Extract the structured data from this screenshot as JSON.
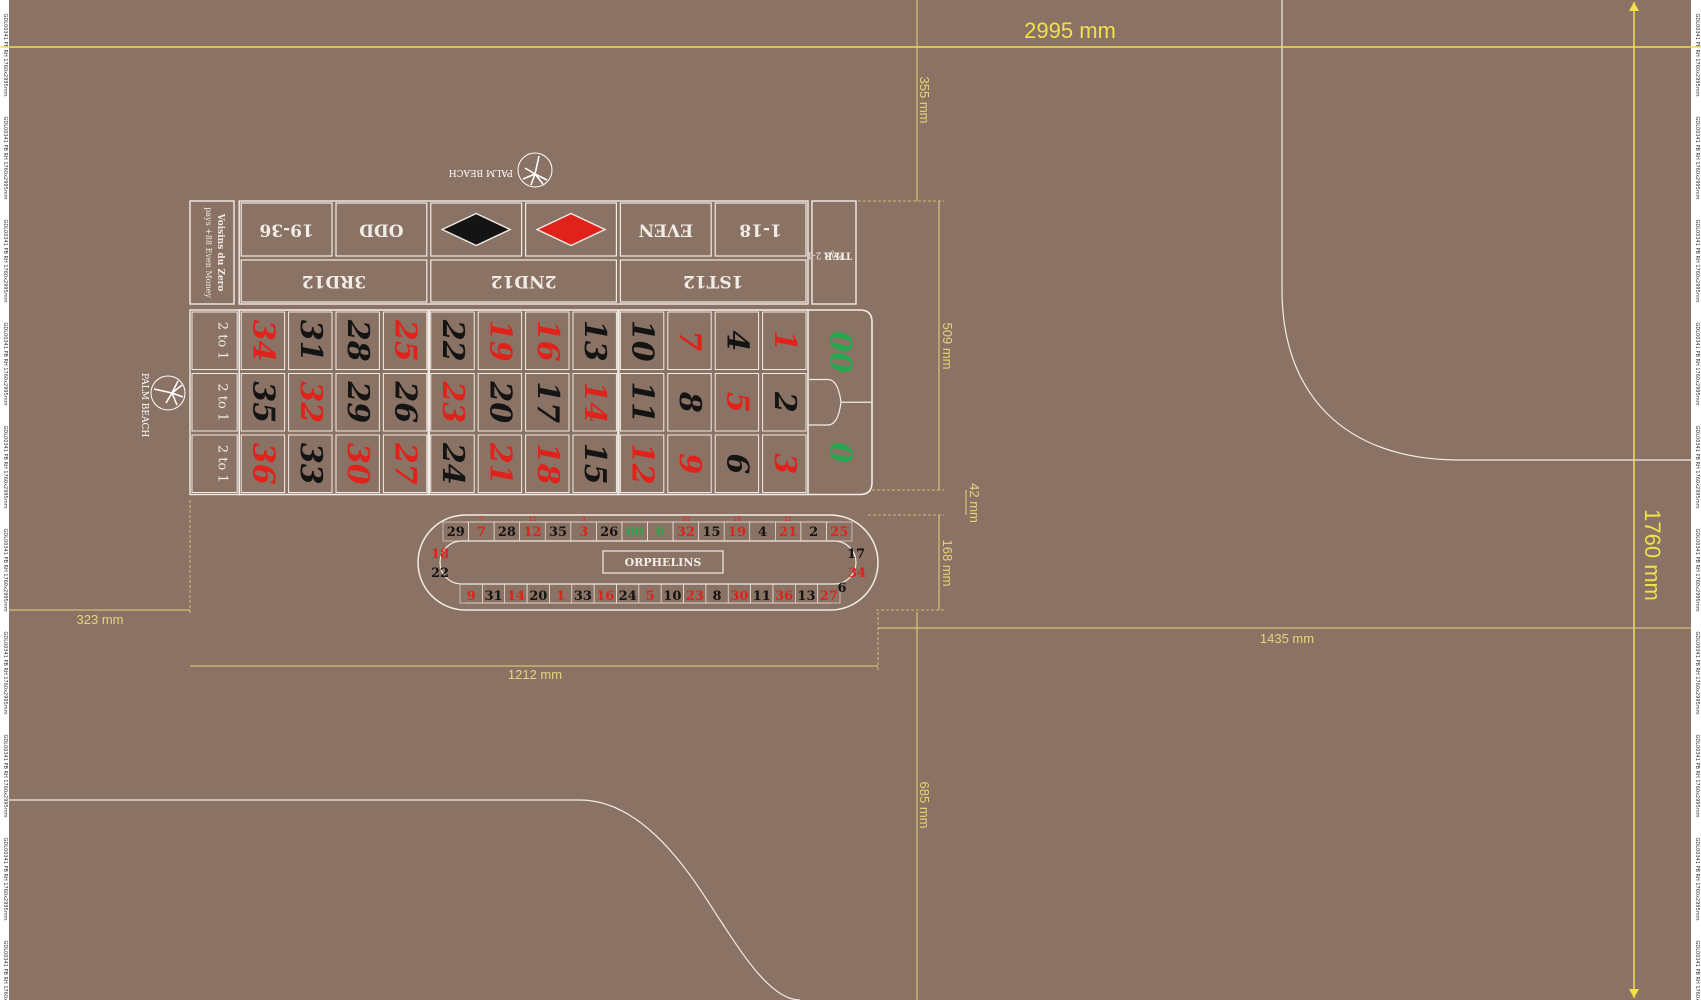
{
  "colors": {
    "felt": "#8a7264",
    "line": "#f2ece6",
    "red": "#e0221a",
    "black": "#141414",
    "green": "#27a650",
    "dim_yellow": "#f0e04a",
    "dim_gold": "#e8d27a",
    "white": "#ffffff"
  },
  "dimensions": {
    "overall_width": "2995 mm",
    "overall_height": "1760 mm",
    "top_gap": "355 mm",
    "layout_height": "509 mm",
    "gap_small": "42 mm",
    "track_height": "168 mm",
    "left_margin": "323 mm",
    "layout_width": "1212 mm",
    "right_width": "1435 mm",
    "bottom_gap": "685 mm"
  },
  "outside_bets": {
    "even_money": [
      "1-18",
      "EVEN",
      "red-diamond",
      "black-diamond",
      "ODD",
      "19-36"
    ],
    "dozens": [
      "1ST12",
      "2ND12",
      "3RD12"
    ],
    "tier_label": "TIER",
    "tier_note": "Pays 2-1",
    "voisins_label": "Voisins du Zero",
    "voisins_note": "pays +88 Even Money",
    "column_labels": [
      "2 to 1",
      "2 to 1",
      "2 to 1"
    ]
  },
  "numbers": {
    "zeros": [
      "00",
      "0"
    ],
    "grid": [
      [
        "1",
        "4",
        "7",
        "10",
        "13",
        "16",
        "19",
        "22",
        "25",
        "28",
        "31",
        "34"
      ],
      [
        "2",
        "5",
        "8",
        "11",
        "14",
        "17",
        "20",
        "23",
        "26",
        "29",
        "32",
        "35"
      ],
      [
        "3",
        "6",
        "9",
        "12",
        "15",
        "18",
        "21",
        "24",
        "27",
        "30",
        "33",
        "36"
      ]
    ],
    "red": [
      "1",
      "3",
      "5",
      "7",
      "9",
      "12",
      "14",
      "16",
      "18",
      "19",
      "21",
      "23",
      "25",
      "27",
      "30",
      "32",
      "34",
      "36"
    ]
  },
  "racetrack": {
    "label": "ORPHELINS",
    "top": [
      "29",
      "7",
      "28",
      "12",
      "35",
      "3",
      "26",
      "00",
      "0",
      "32",
      "15",
      "19",
      "4",
      "21",
      "2",
      "25"
    ],
    "top_small": [
      "",
      "7",
      "",
      "12",
      "",
      "3",
      "",
      "",
      "",
      "32",
      "",
      "19",
      "",
      "21",
      "",
      ""
    ],
    "right": [
      "17",
      "34",
      "6"
    ],
    "bottom": [
      "9",
      "31",
      "14",
      "20",
      "1",
      "33",
      "16",
      "24",
      "5",
      "10",
      "23",
      "8",
      "30",
      "11",
      "36",
      "13",
      "27"
    ],
    "left": [
      "18",
      "22"
    ]
  },
  "brand": {
    "logo_text": "PALM BEACH"
  },
  "edge_strip_text": "GDL00341 PB RH 1760x2995mm"
}
